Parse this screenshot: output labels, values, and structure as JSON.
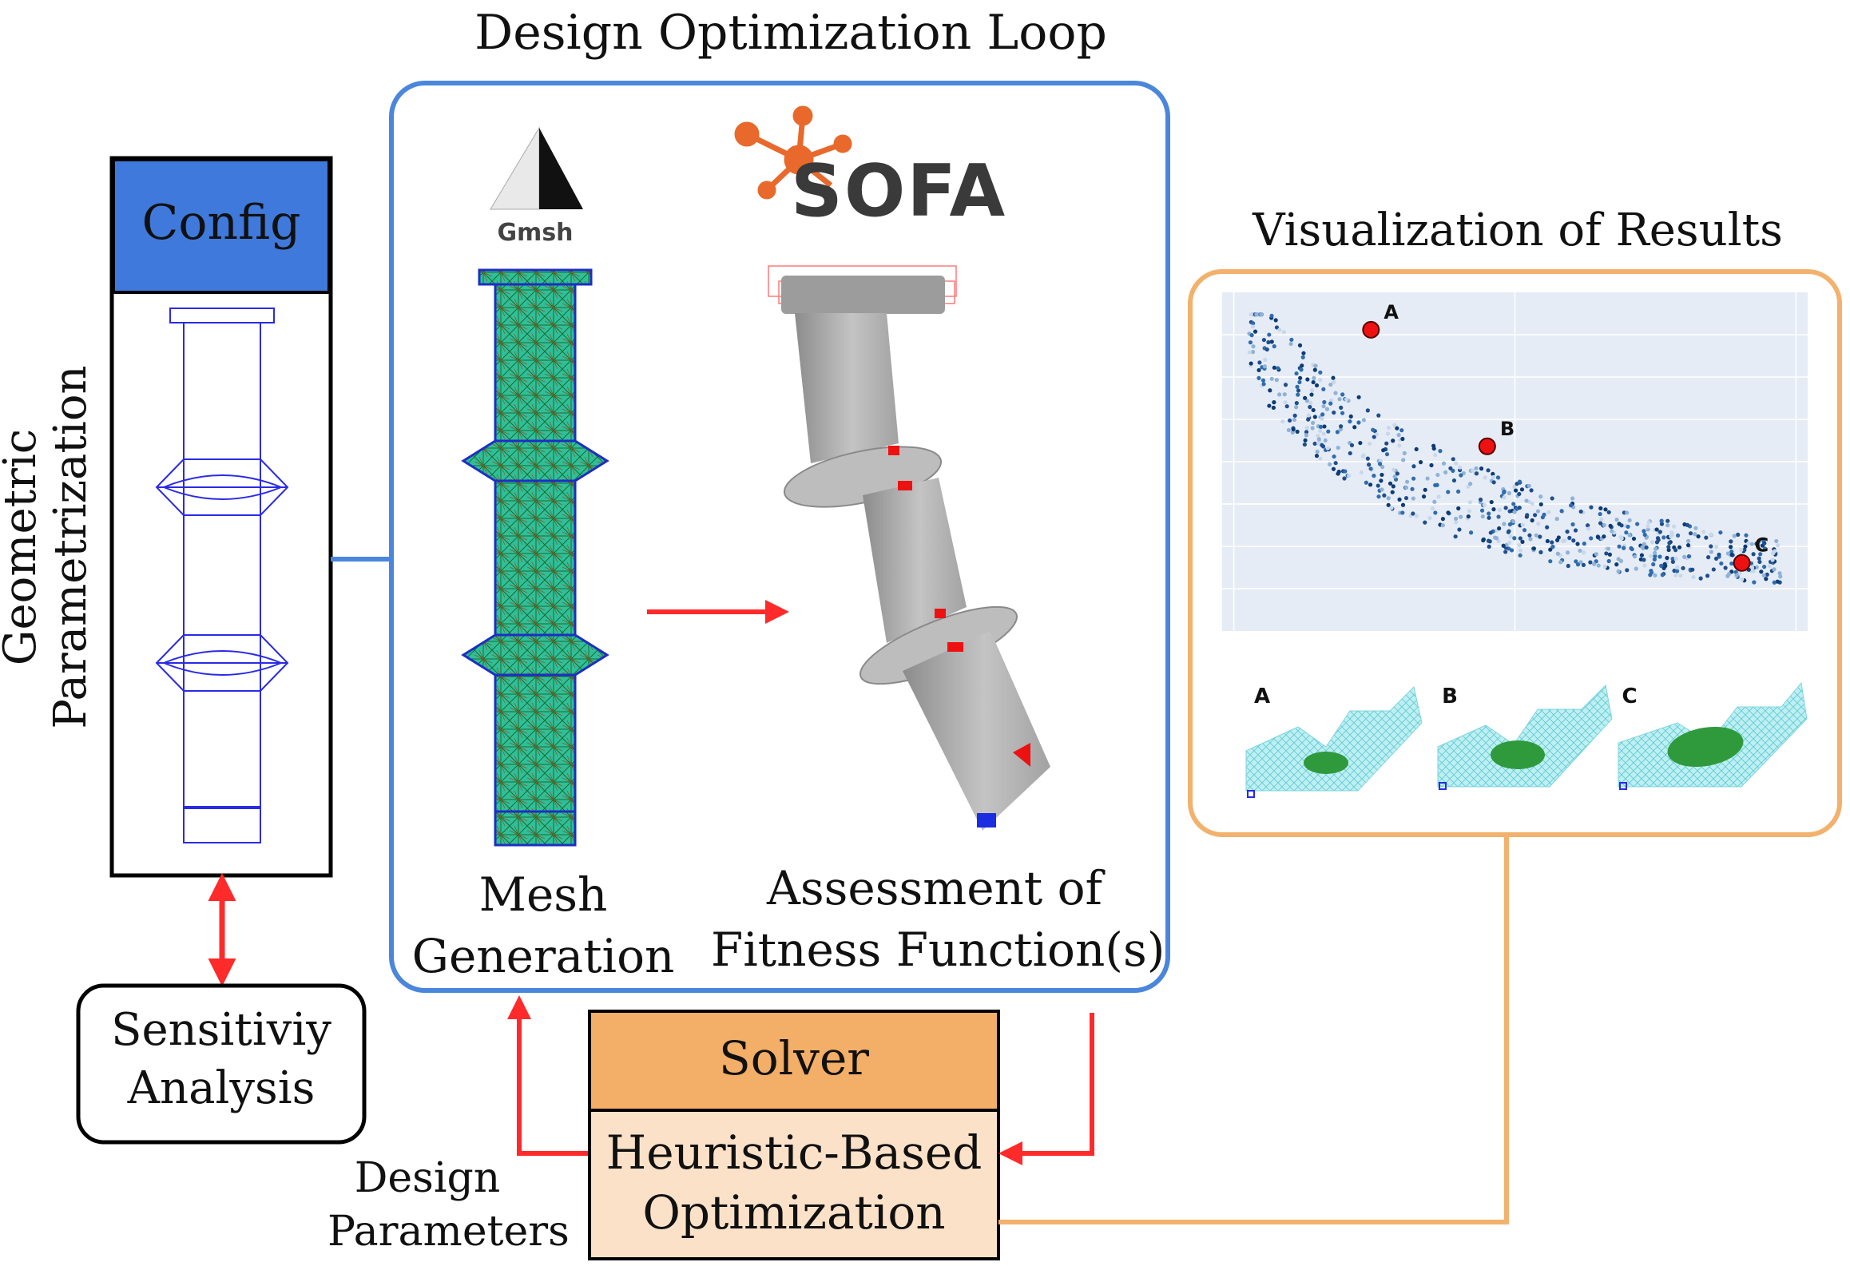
{
  "title": "Design Optimization Loop",
  "visualization": {
    "title": "Visualization of Results",
    "chart_data": {
      "type": "scatter",
      "title": "",
      "xlabel": "",
      "ylabel": "",
      "grid": true,
      "highlights": [
        {
          "label": "A",
          "x": 0.24,
          "y": 0.93
        },
        {
          "label": "B",
          "x": 0.45,
          "y": 0.55
        },
        {
          "label": "C",
          "x": 0.91,
          "y": 0.17
        }
      ]
    },
    "thumbnails": [
      {
        "label": "A"
      },
      {
        "label": "B"
      },
      {
        "label": "C"
      }
    ]
  },
  "config": {
    "header": "Config",
    "side_label_line1": "Geometric",
    "side_label_line2": "Parametrization"
  },
  "sensitivity": {
    "line1": "Sensitiviy",
    "line2": "Analysis"
  },
  "gmsh": {
    "logo_text": "Gmsh"
  },
  "sofa": {
    "logo_text": "SOFA"
  },
  "mesh": {
    "line1": "Mesh",
    "line2": "Generation"
  },
  "assessment": {
    "line1": "Assessment of",
    "line2": "Fitness Function(s)"
  },
  "solver": {
    "header": "Solver",
    "line1": "Heuristic-Based",
    "line2": "Optimization"
  },
  "design_params": {
    "line1": "Design",
    "line2": "Parameters"
  },
  "colors": {
    "loop_border": "#4a86dc",
    "config_header": "#3f79db",
    "results_border": "#f2b16c",
    "solver_header": "#f3ae67",
    "solver_body": "#fbe1c8",
    "arrow": "#ff2a2a",
    "chart_bg": "#e6ecf5",
    "sofa_accent": "#e8692b"
  }
}
